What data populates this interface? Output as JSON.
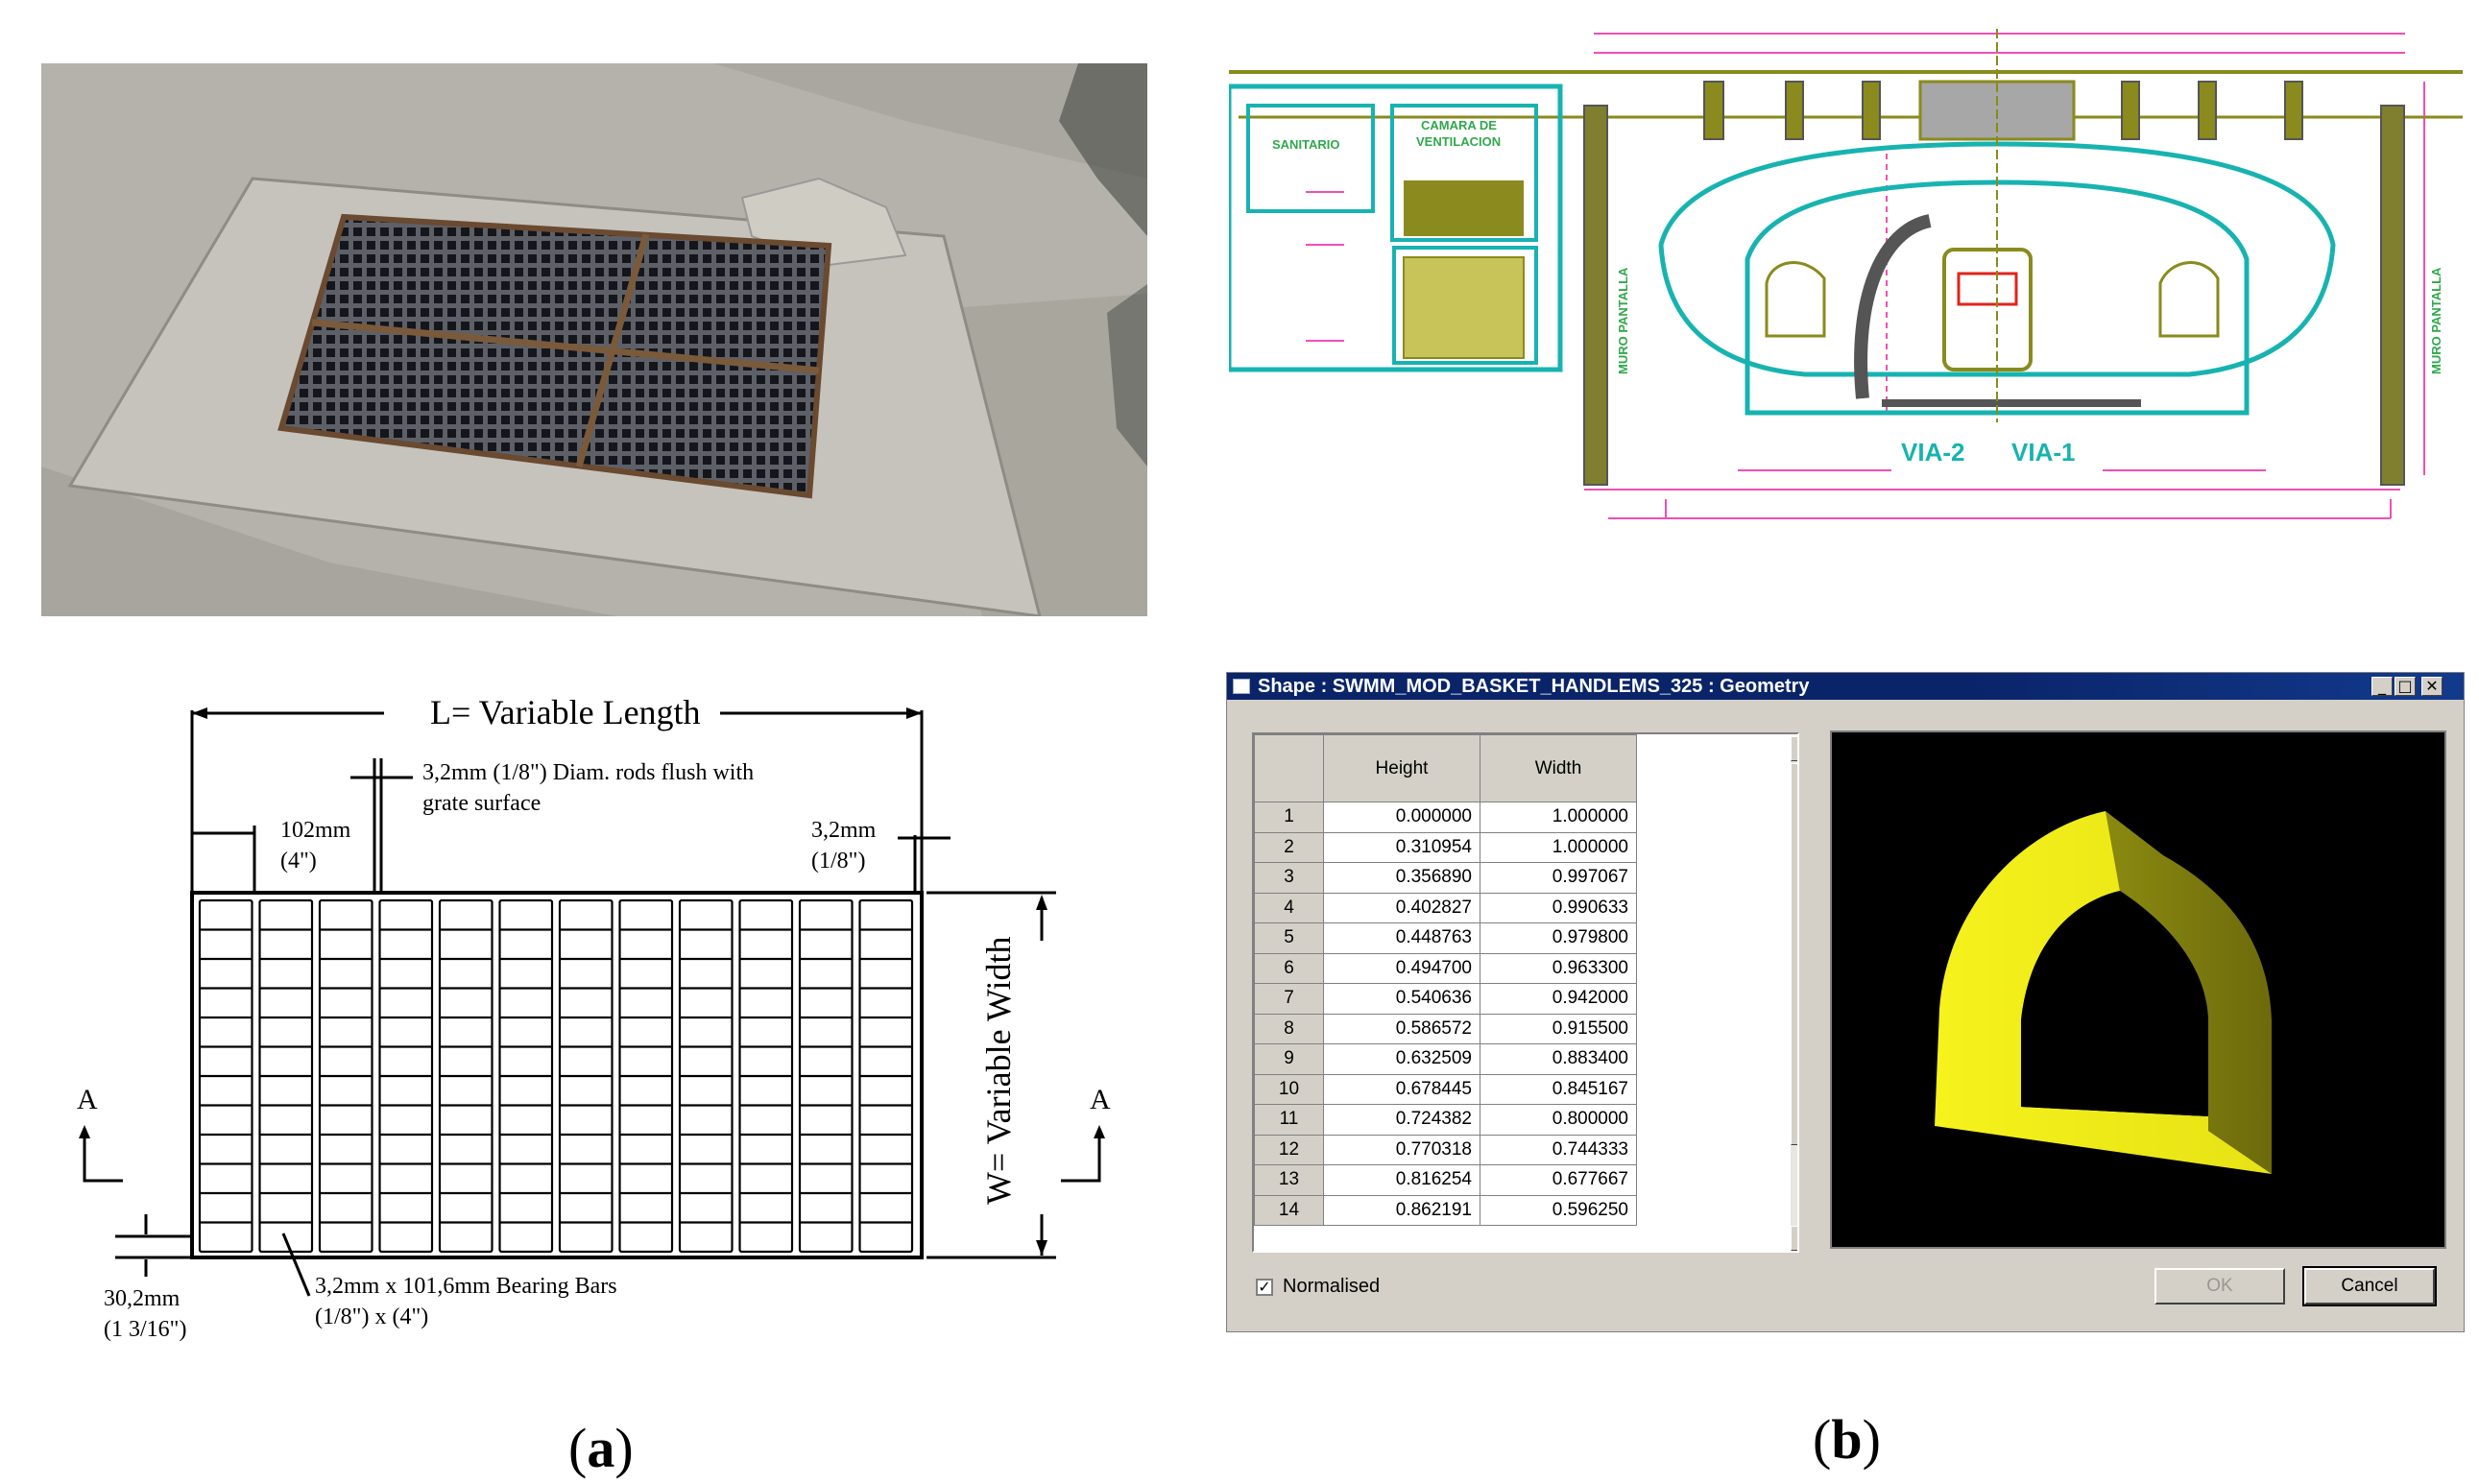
{
  "panel_a_drawing": {
    "length_label": "L= Variable Length",
    "rod_label_line1": "3,2mm (1/8\") Diam. rods flush with",
    "rod_label_line2": "grate surface",
    "spacing_mm": "102mm",
    "spacing_in": "(4\")",
    "edge_mm": "3,2mm",
    "edge_in": "(1/8\")",
    "width_label": "W= Variable Width",
    "section_left": "A",
    "section_right": "A",
    "depth_mm": "30,2mm",
    "depth_in": "(1 3/16\")",
    "bars_label_line1": "3,2mm x 101,6mm Bearing Bars",
    "bars_label_line2": "(1/8\") x (4\")"
  },
  "panel_b_drawing": {
    "labels": [
      "SANITARIO",
      "CAMARA DE",
      "VENTILACION",
      "MURO PANTALLA",
      "MURO PANTALLA",
      "VIA-2",
      "VIA-1"
    ],
    "colors": {
      "cyan": "#17b3b0",
      "olive": "#8a8a1e",
      "magenta": "#f04fb4",
      "green": "#2fa84a",
      "red": "#e2231a"
    }
  },
  "window": {
    "title": "Shape : SWMM_MOD_BASKET_HANDLEMS_325 : Geometry",
    "columns": [
      "Height",
      "Width"
    ],
    "rows": [
      {
        "n": "1",
        "height": "0.000000",
        "width": "1.000000"
      },
      {
        "n": "2",
        "height": "0.310954",
        "width": "1.000000"
      },
      {
        "n": "3",
        "height": "0.356890",
        "width": "0.997067"
      },
      {
        "n": "4",
        "height": "0.402827",
        "width": "0.990633"
      },
      {
        "n": "5",
        "height": "0.448763",
        "width": "0.979800"
      },
      {
        "n": "6",
        "height": "0.494700",
        "width": "0.963300"
      },
      {
        "n": "7",
        "height": "0.540636",
        "width": "0.942000"
      },
      {
        "n": "8",
        "height": "0.586572",
        "width": "0.915500"
      },
      {
        "n": "9",
        "height": "0.632509",
        "width": "0.883400"
      },
      {
        "n": "10",
        "height": "0.678445",
        "width": "0.845167"
      },
      {
        "n": "11",
        "height": "0.724382",
        "width": "0.800000"
      },
      {
        "n": "12",
        "height": "0.770318",
        "width": "0.744333"
      },
      {
        "n": "13",
        "height": "0.816254",
        "width": "0.677667"
      },
      {
        "n": "14",
        "height": "0.862191",
        "width": "0.596250"
      }
    ],
    "normalised_label": "Normalised",
    "normalised_checked": true,
    "ok_label": "OK",
    "cancel_label": "Cancel",
    "shape_color": "#f2ee1a"
  },
  "captions": {
    "a": "a",
    "b": "b"
  }
}
